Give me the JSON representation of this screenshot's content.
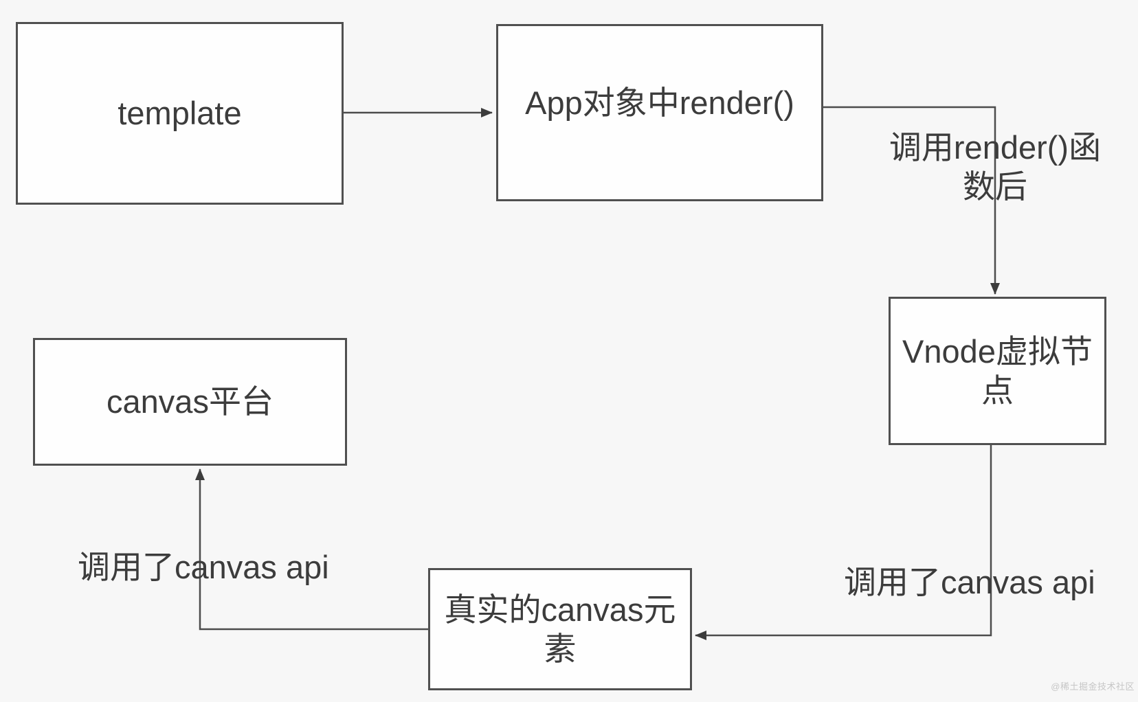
{
  "diagram": {
    "title": "Vue render to canvas flow diagram",
    "colors": {
      "background": "#f7f7f7",
      "node_fill": "#fefefe",
      "node_border": "#505050",
      "connector": "#4c4c4c",
      "text": "#3c3c3c",
      "watermark": "#c6c6c6"
    },
    "nodes": [
      {
        "id": "template",
        "label": "template"
      },
      {
        "id": "app-render",
        "label": "App对象中render()"
      },
      {
        "id": "vnode",
        "label": "Vnode虚拟节点"
      },
      {
        "id": "real-canvas",
        "label": "真实的canvas元素"
      },
      {
        "id": "canvas-platform",
        "label": "canvas平台"
      }
    ],
    "edges": [
      {
        "id": "template-to-app",
        "from": "template",
        "to": "app-render",
        "label": ""
      },
      {
        "id": "app-to-vnode",
        "from": "app-render",
        "to": "vnode",
        "label": "调用render()函数后"
      },
      {
        "id": "vnode-to-real-canvas",
        "from": "vnode",
        "to": "real-canvas",
        "label": "调用了canvas api"
      },
      {
        "id": "real-canvas-to-platform",
        "from": "real-canvas",
        "to": "canvas-platform",
        "label": "调用了canvas api"
      }
    ],
    "watermark": "@稀土掘金技术社区"
  }
}
